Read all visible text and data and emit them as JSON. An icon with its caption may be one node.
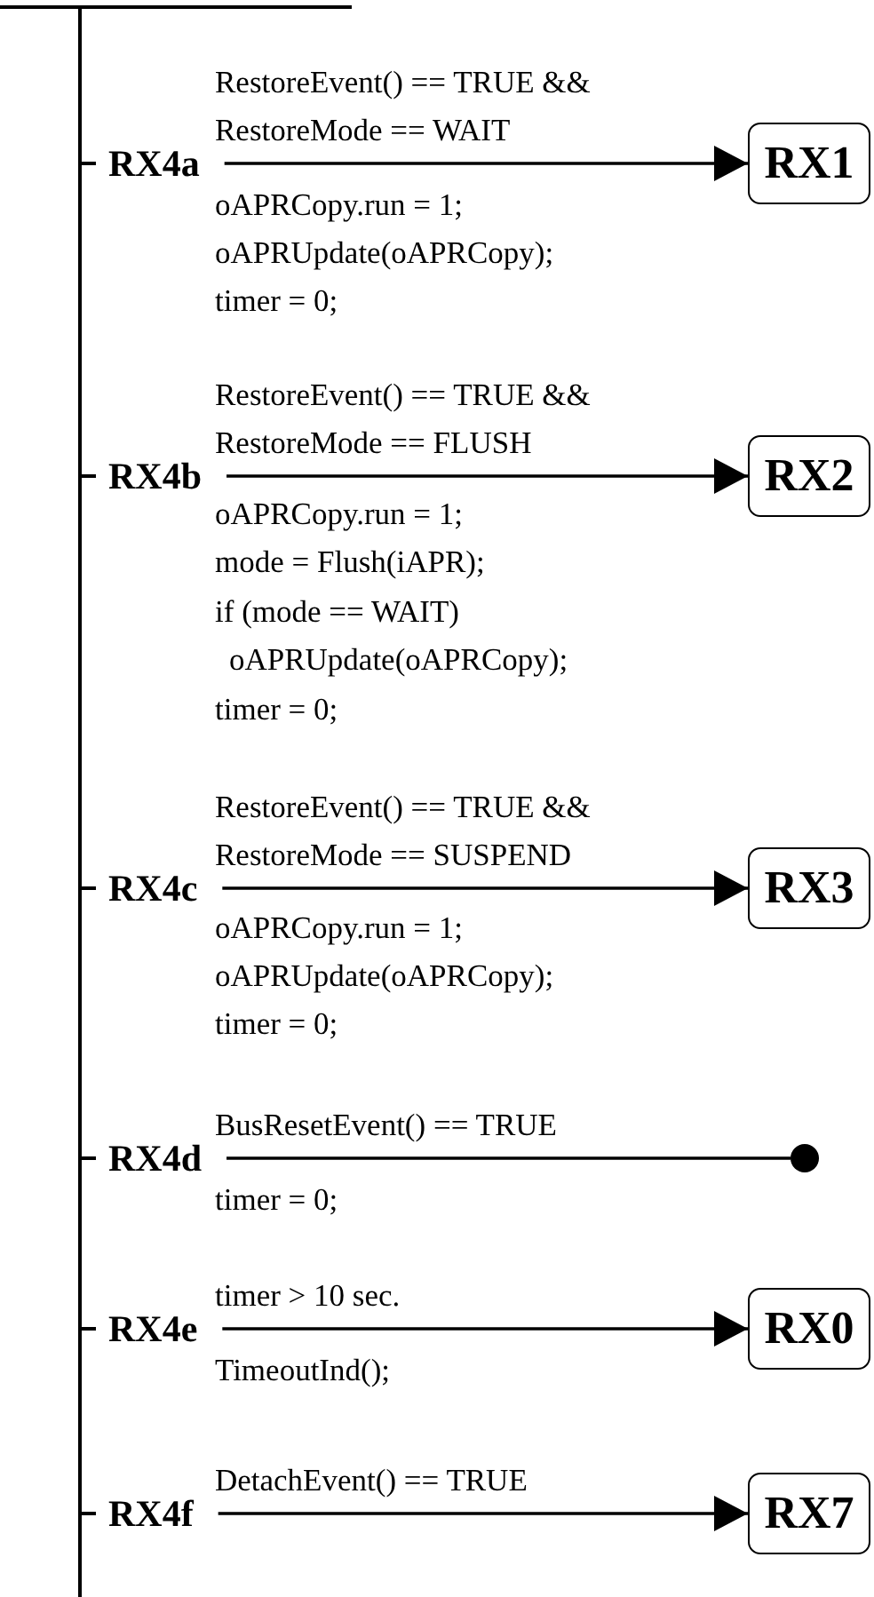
{
  "diagram": {
    "nodes": [
      {
        "text": [
          "RX4a"
        ]
      },
      {
        "text": [
          "RX1"
        ]
      },
      {
        "text": [
          "RX4b"
        ]
      },
      {
        "text": [
          "RX2"
        ]
      },
      {
        "text": [
          "RX4c"
        ]
      },
      {
        "text": [
          "RX3"
        ]
      },
      {
        "text": [
          "RX4d"
        ]
      },
      {
        "text": [],
        "shape": "circle"
      },
      {
        "text": [
          "RX4e"
        ]
      },
      {
        "text": [
          "RX0"
        ]
      },
      {
        "text": [
          "RX4f"
        ]
      },
      {
        "text": [
          "RX7"
        ]
      }
    ],
    "edges": [
      {
        "from": 0,
        "to": 1,
        "arrow": "to",
        "label": "RestoreEvent() == TRUE && RestoreMode == WAIT"
      },
      {
        "from": 2,
        "to": 3,
        "arrow": "to",
        "label": "RestoreEvent() == TRUE && RestoreMode == FLUSH"
      },
      {
        "from": 4,
        "to": 5,
        "arrow": "to",
        "label": "RestoreEvent() == TRUE && RestoreMode == SUSPEND"
      },
      {
        "from": 6,
        "to": 7,
        "arrow": "none",
        "label": "BusResetEvent() == TRUE"
      },
      {
        "from": 8,
        "to": 9,
        "arrow": "to",
        "label": "timer > 10 sec."
      },
      {
        "from": 10,
        "to": 11,
        "arrow": "to",
        "label": "DetachEvent() == TRUE"
      }
    ],
    "labels": [
      "oAPRCopy.run = 1;",
      "oAPRUpdate(oAPRCopy);",
      "timer = 0;",
      "oAPRCopy.run = 1;",
      "mode = Flush(iAPR);",
      "if (mode == WAIT)",
      "oAPRUpdate(oAPRCopy);",
      "timer = 0;",
      "oAPRCopy.run = 1;",
      "oAPRUpdate(oAPRCopy);",
      "timer = 0;",
      "timer = 0;",
      "TimeoutInd();"
    ]
  }
}
